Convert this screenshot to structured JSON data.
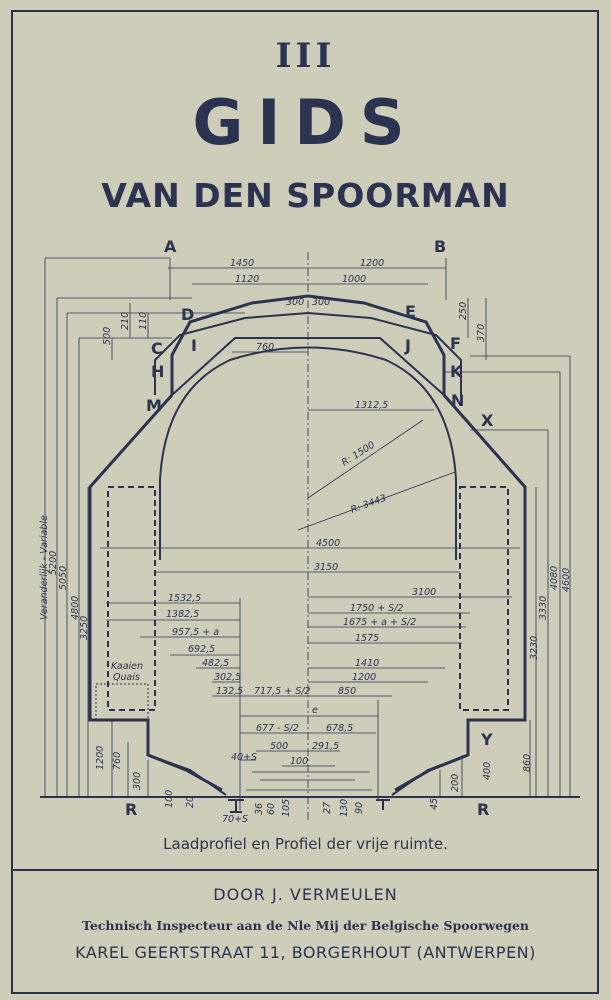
{
  "cover": {
    "volume": "III",
    "title": "GIDS",
    "subtitle": "VAN DEN SPOORMAN",
    "caption": "Laadprofiel en Profiel der vrije ruimte.",
    "author": "DOOR J. VERMEULEN",
    "author_role": "Technisch Inspecteur aan de Nle Mij der Belgische Spoorwegen",
    "address": "KAREL GEERTSTRAAT 11, BORGERHOUT (ANTWERPEN)"
  },
  "diagram": {
    "point_labels": {
      "A": "A",
      "B": "B",
      "C": "C",
      "D": "D",
      "E": "E",
      "F": "F",
      "H": "H",
      "I": "I",
      "J": "J",
      "K": "K",
      "M": "M",
      "N": "N",
      "X": "X",
      "Y": "Y",
      "R_left": "R",
      "R_right": "R"
    },
    "dimensions": {
      "d1450": "1450",
      "d1200_top": "1200",
      "d1120": "1120",
      "d1000": "1000",
      "d300": "300",
      "d300b": "300",
      "d250": "250",
      "d370": "370",
      "d210": "210",
      "d110": "110",
      "d500": "500",
      "d760": "760",
      "d1312": "1312,5",
      "r1500": "R: 1500",
      "r3443": "R: 3443",
      "d4500": "4500",
      "d3150": "3150",
      "d3100": "3100",
      "d1532": "1532,5",
      "d1382": "1382,5",
      "d957": "957,5 + a",
      "d692": "692,5",
      "d482": "482,5",
      "d302": "302,5",
      "d132": "132,5",
      "d717": "717,5 + S/2",
      "d850": "850",
      "d1750": "1750 + S/2",
      "d1675": "1675 + a + S/2",
      "d1575": "1575",
      "d1410": "1410",
      "d1200_mid": "1200",
      "e": "e",
      "d677": "677 - S/2",
      "d678": "678,5",
      "d500_low": "500",
      "d291": "291,5",
      "d100": "100",
      "d40s": "40+S",
      "v_var": "Veranderlijk - Variable",
      "v5200": "5200",
      "v5050": "5050",
      "v4800": "4800",
      "v3250": "3250",
      "v1200": "1200",
      "v760": "760",
      "v300": "300",
      "v100": "100",
      "v20": "20",
      "v4080": "4080",
      "v4600": "4600",
      "v3330": "3330",
      "v3230": "3230",
      "v860": "860",
      "v400": "400",
      "v200": "200",
      "v45": "45",
      "b70s": "70+S",
      "b36": "36",
      "b60": "60",
      "b105": "105",
      "b27": "27",
      "b130": "130",
      "b90": "90",
      "quay1": "Kaaien",
      "quay2": "Quais"
    }
  }
}
